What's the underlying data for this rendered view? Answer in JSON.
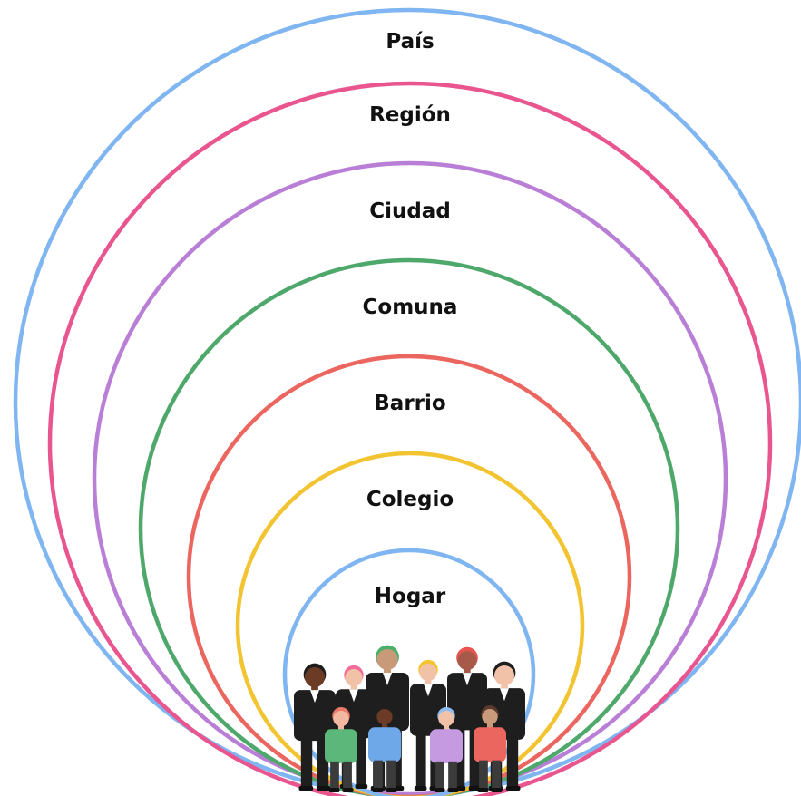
{
  "levels": [
    {
      "label": "País",
      "color": "#7fb5f0"
    },
    {
      "label": "Región",
      "color": "#e8558f"
    },
    {
      "label": "Ciudad",
      "color": "#b97fd6"
    },
    {
      "label": "Comuna",
      "color": "#4fa86b"
    },
    {
      "label": "Barrio",
      "color": "#ec6660"
    },
    {
      "label": "Colegio",
      "color": "#f3c432"
    },
    {
      "label": "Hogar",
      "color": "#7fb5f0"
    }
  ],
  "illustration": {
    "name": "group-of-people",
    "people": [
      {
        "role": "adult",
        "skin": "#6b3b26",
        "hair": "#1e1e1e",
        "outfit": "#1e1e1e"
      },
      {
        "role": "adult",
        "skin": "#f2c2a8",
        "hair": "#f26d9a",
        "outfit": "#1e1e1e"
      },
      {
        "role": "adult",
        "skin": "#c99a7a",
        "hair": "#4caf6a",
        "outfit": "#1e1e1e"
      },
      {
        "role": "adult",
        "skin": "#f2c2a8",
        "hair": "#f4c430",
        "outfit": "#1e1e1e"
      },
      {
        "role": "adult",
        "skin": "#a85a4a",
        "hair": "#e8554f",
        "outfit": "#1e1e1e"
      },
      {
        "role": "adult",
        "skin": "#f2c2a8",
        "hair": "#1e1e1e",
        "outfit": "#1e1e1e"
      },
      {
        "role": "child",
        "skin": "#f2b9a0",
        "hair": "#ec7a6a",
        "outfit": "#5cb87a"
      },
      {
        "role": "child",
        "skin": "#6b3b26",
        "hair": "#1e1e1e",
        "outfit": "#6fa8e8"
      },
      {
        "role": "child",
        "skin": "#f2c2a8",
        "hair": "#8fbef0",
        "outfit": "#c59ae0"
      },
      {
        "role": "child",
        "skin": "#c99a7a",
        "hair": "#5a3a2a",
        "outfit": "#ec6660"
      }
    ]
  }
}
